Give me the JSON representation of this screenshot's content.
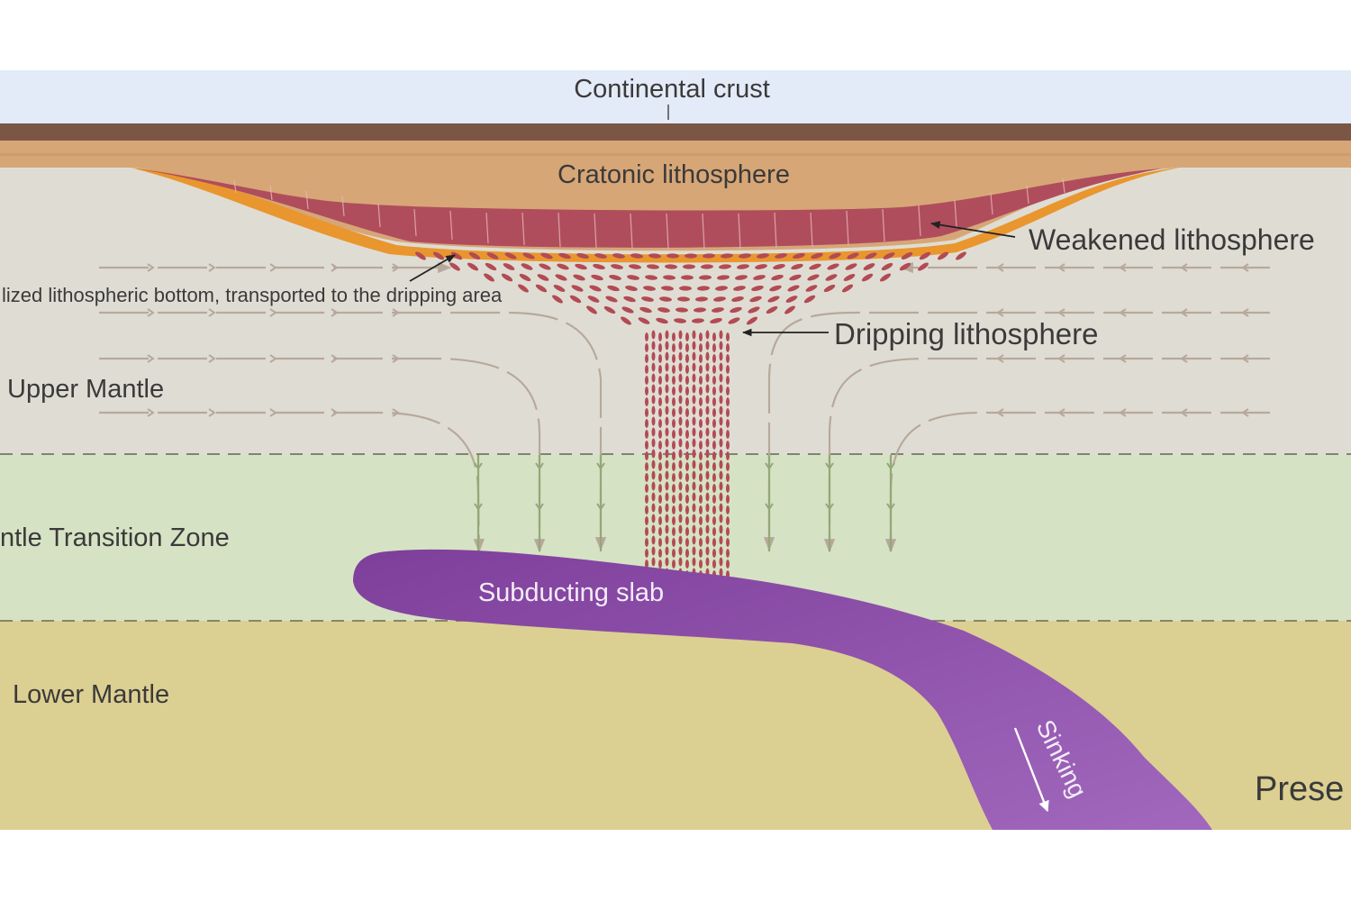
{
  "labels": {
    "continental_crust": "Continental crust",
    "cratonic_lithosphere": "Cratonic lithosphere",
    "weakened_lithosphere": "Weakened lithosphere",
    "lithospheric_bottom": "lized lithospheric bottom, transported to the dripping area",
    "dripping_lithosphere": "Dripping lithosphere",
    "upper_mantle": "Upper Mantle",
    "transition_zone": "ntle Transition Zone",
    "subducting_slab": "Subducting slab",
    "lower_mantle": "Lower Mantle",
    "sinking": "Sinking",
    "present": "Prese"
  },
  "colors": {
    "sky": "#e3ebf8",
    "crust": "#7b5645",
    "cratonic": "#d7a677",
    "weakened": "#b04d5c",
    "orange_rim": "#e9962f",
    "upper_mantle": "#dfddd3",
    "transition_zone": "#d6e2c4",
    "lower_mantle": "#dccf92",
    "slab": "#8e52ab",
    "drip": "#b34a54",
    "flow_upper": "#b8a89c",
    "flow_tz": "#93a878"
  }
}
